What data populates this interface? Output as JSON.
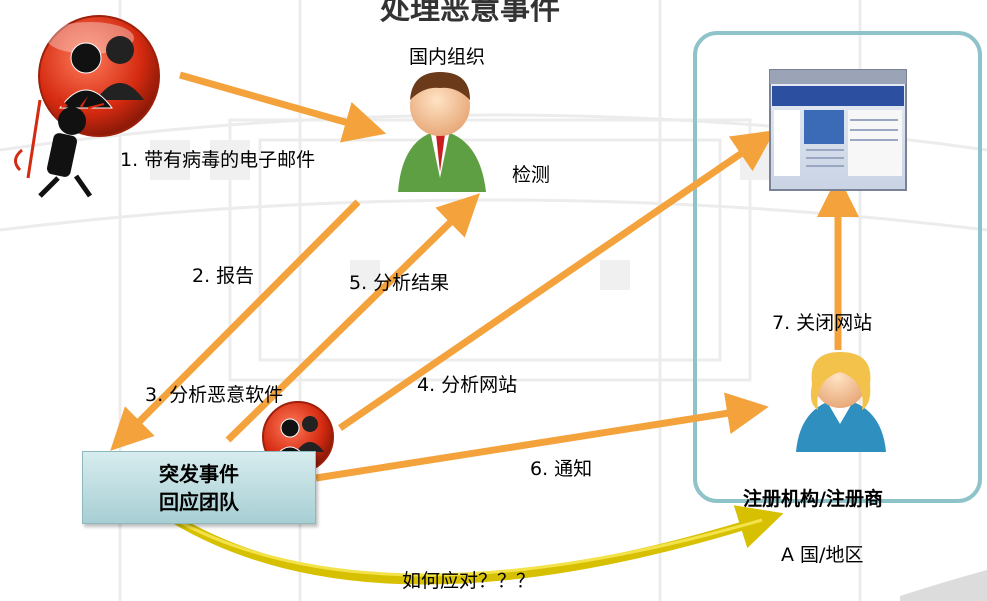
{
  "title": "处理恶意事件",
  "nodes": {
    "domestic_org": "国内组织",
    "detect": "检测",
    "cirt_line1": "突发事件",
    "cirt_line2": "回应团队",
    "registrar": "注册机构/注册商",
    "country": "A 国/地区"
  },
  "steps": {
    "s1": "1. 带有病毒的电子邮件",
    "s2": "2. 报告",
    "s3": "3. 分析恶意软件",
    "s4": "4. 分析网站",
    "s5": "5. 分析结果",
    "s6": "6. 通知",
    "s7": "7. 关闭网站",
    "question": "如何应对？？？"
  },
  "colors": {
    "arrow": "#f4a23c",
    "region_border": "#8ec3c9",
    "box_fill": "#bfe0e4",
    "curve": "#d6c000",
    "background_pattern": "#e6e6e6"
  }
}
